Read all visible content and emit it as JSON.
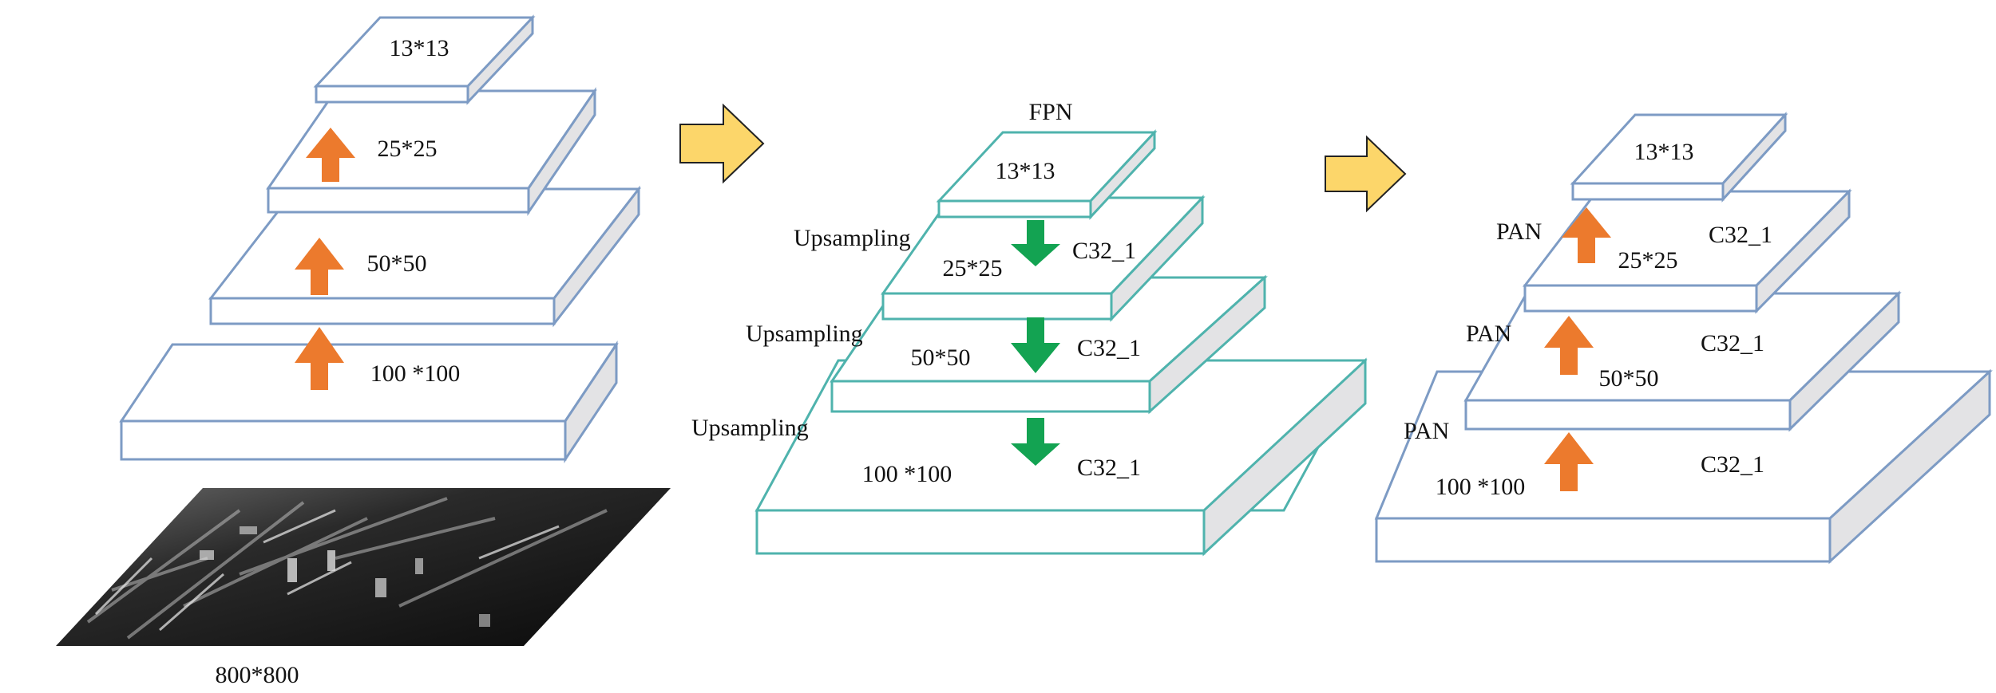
{
  "colors": {
    "slab_blue_stroke": "#7d9bc4",
    "slab_teal_stroke": "#4fb3ad",
    "slab_top": "#ffffff",
    "slab_side": "#e3e3e5",
    "up_arrow": "#ec7a2d",
    "down_arrow": "#13a352",
    "transition_arrow": "#fcd66a",
    "transition_arrow_stroke": "#222222"
  },
  "backbone": {
    "levels": [
      "13*13",
      "25*25",
      "50*50",
      "100 *100"
    ],
    "input_label": "800*800"
  },
  "fpn": {
    "title": "FPN",
    "levels": [
      "13*13",
      "25*25",
      "50*50",
      "100 *100"
    ],
    "ops": [
      "Upsampling",
      "Upsampling",
      "Upsampling"
    ],
    "convs": [
      "C32_1",
      "C32_1",
      "C32_1"
    ]
  },
  "pan": {
    "levels": [
      "13*13",
      "25*25",
      "50*50",
      "100 *100"
    ],
    "ops": [
      "PAN",
      "PAN",
      "PAN"
    ],
    "convs": [
      "C32_1",
      "C32_1",
      "C32_1"
    ]
  },
  "icons": [
    "up-arrow-icon",
    "down-arrow-icon",
    "right-arrow-icon"
  ]
}
